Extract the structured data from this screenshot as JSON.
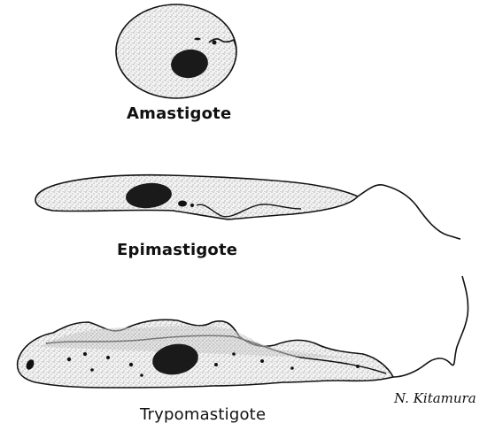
{
  "figure": {
    "stages": [
      {
        "label": "Amastigote"
      },
      {
        "label": "Epimastigote"
      },
      {
        "label": "Trypomastigote"
      }
    ],
    "signature": "N. Kitamura"
  },
  "colors": {
    "ink": "#111111",
    "stipple": "#555555",
    "nucleus": "#1a1a1a",
    "background": "#ffffff"
  }
}
